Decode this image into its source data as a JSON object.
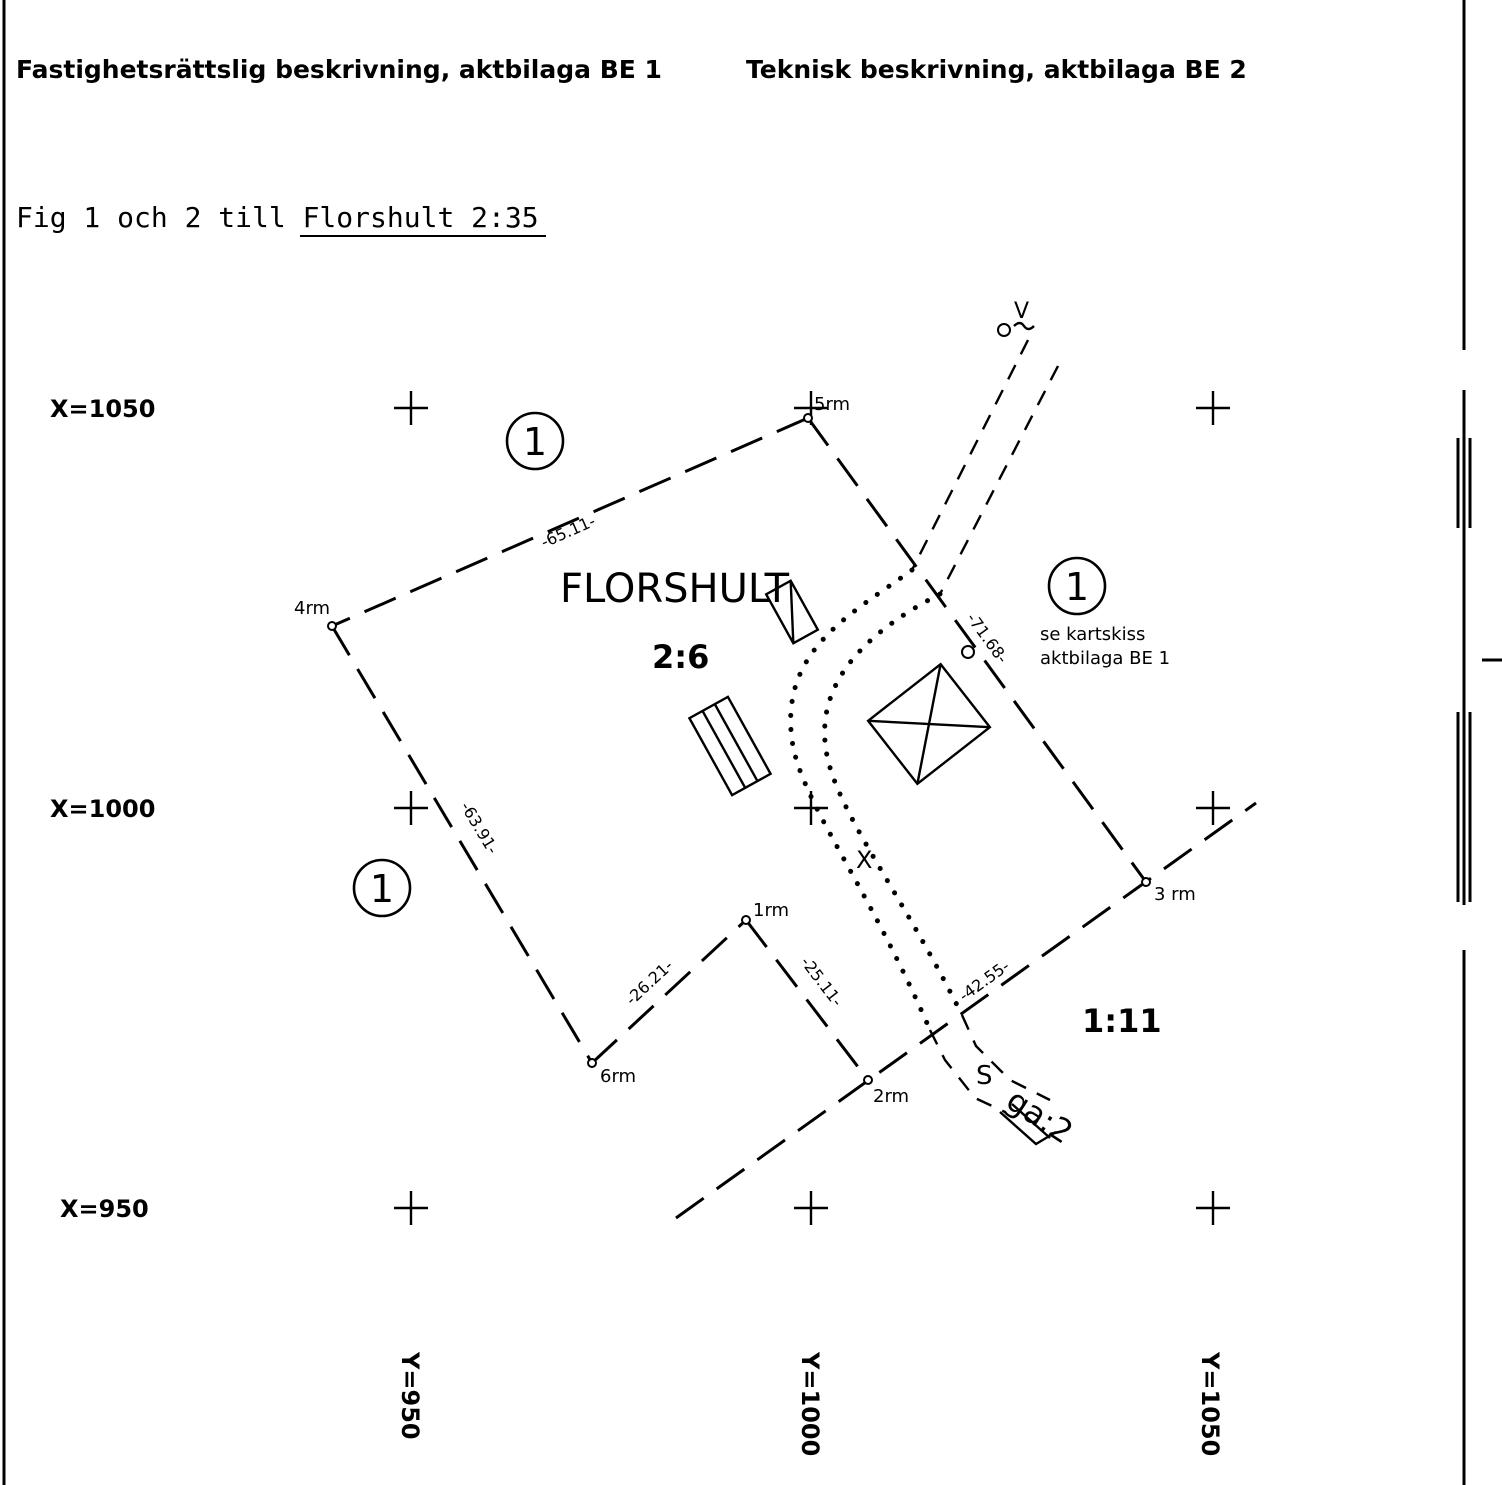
{
  "header": {
    "left": "Fastighetsrättslig beskrivning, aktbilaga  BE 1",
    "right": "Teknisk  beskrivning, aktbilaga  BE  2",
    "fig_prefix": "Fig 1 och 2 till ",
    "fig_property": "Florshult 2:35"
  },
  "grid": {
    "x_labels": [
      "X=1050",
      "X=1000",
      "X=950"
    ],
    "y_labels": [
      "Y=950",
      "Y=1000",
      "Y=1050"
    ]
  },
  "property": {
    "name": "FLORSHULT",
    "number": "2:6"
  },
  "neighbors": {
    "marker": "1",
    "note_line1": "se kartskiss",
    "note_line2": "aktbilaga  BE 1",
    "other_parcel": "1:11"
  },
  "points": {
    "p1": "1rm",
    "p2": "2rm",
    "p3": "3 rm",
    "p4": "4rm",
    "p5": "5rm",
    "p6": "6rm"
  },
  "dimensions": {
    "d54": "-65.11-",
    "d46": "-63.91-",
    "d61": "-26.21-",
    "d12": "-25.11-",
    "d23": "-42.55-",
    "d53": "-71.68-"
  },
  "road": {
    "v": "V",
    "x": "X",
    "s": "S",
    "easement": "ga:2"
  }
}
